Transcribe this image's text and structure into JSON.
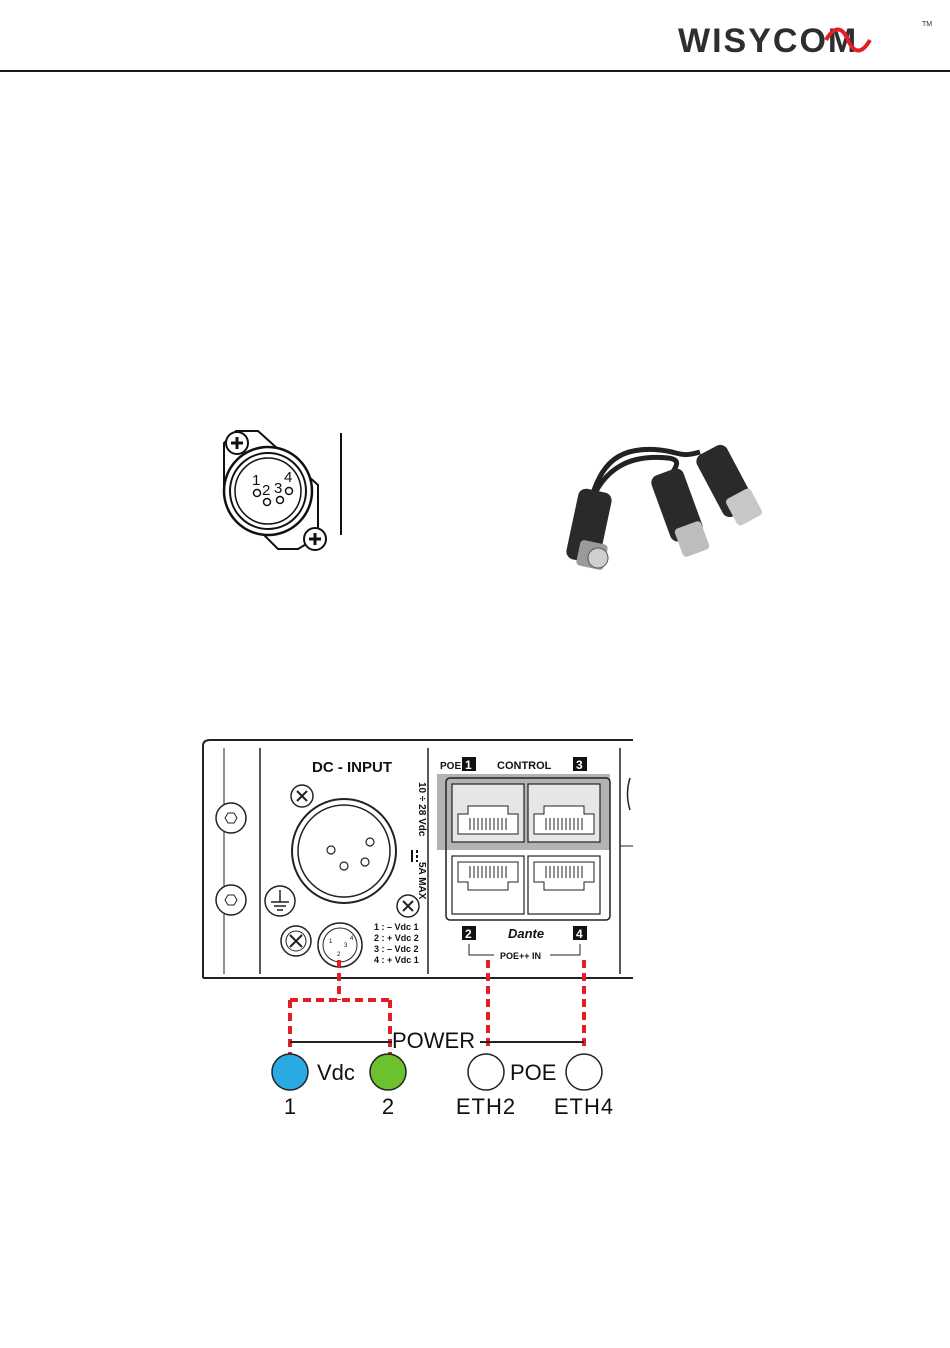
{
  "header": {
    "logo_text": "WISYCOM",
    "trademark": "TM"
  },
  "connector_diagram": {
    "pin_labels": [
      "1",
      "2",
      "3",
      "4"
    ]
  },
  "panel": {
    "dc_input_title": "DC - INPUT",
    "voltage_range": "10 ÷ 28 Vdc",
    "max_current": "5A MAX",
    "poe_label": "POE",
    "control_label": "CONTROL",
    "port_numbers": [
      "1",
      "2",
      "3",
      "4"
    ],
    "dante_label": "Dante",
    "poe_in_label": "POE++ IN",
    "pinout": [
      "1 : – Vdc 1",
      "2 : + Vdc 2",
      "3 : – Vdc 2",
      "4 : + Vdc 1"
    ],
    "mini_pins": [
      "1",
      "2",
      "3",
      "4"
    ]
  },
  "power_legend": {
    "power_label": "POWER",
    "vdc_label": "Vdc",
    "poe_label": "POE",
    "nodes": [
      {
        "label": "1",
        "color": "#29aae2"
      },
      {
        "label": "2",
        "color": "#6cc12e"
      },
      {
        "label": "ETH2",
        "color": "#ffffff"
      },
      {
        "label": "ETH4",
        "color": "#ffffff"
      }
    ]
  }
}
